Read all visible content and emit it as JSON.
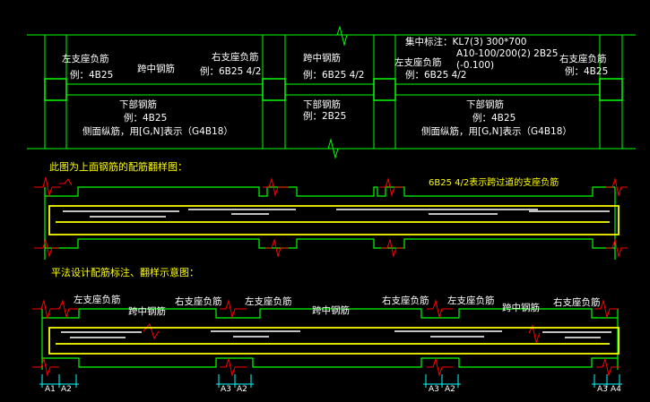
{
  "colors": {
    "background": "#000000",
    "structure": "#00ff00",
    "rebar": "#ffff00",
    "text": "#ffffff",
    "break_mark": "#ff0000",
    "dimension": "#00ffff"
  },
  "plan": {
    "left_span": {
      "left_support": "左支座负筋",
      "left_example": "例：4B25",
      "mid": "跨中钢筋",
      "right_support": "右支座负筋",
      "right_example": "例：6B25 4/2",
      "bottom": "下部钢筋",
      "bottom_example": "例：4B25",
      "side": "侧面纵筋，用[G,N]表示（G4B18）"
    },
    "middle_span": {
      "mid": "跨中钢筋",
      "mid_example": "例：6B25 4/2",
      "bottom": "下部钢筋",
      "bottom_example": "例：2B25"
    },
    "right_span": {
      "collect_title": "集中标注：KL7(3) 300*700",
      "stirrup": "A10-100/200(2) 2B25",
      "elevation": "(-0.100)",
      "left_support": "左支座负筋",
      "left_example": "例：6B25 4/2",
      "right_support": "右支座负筋",
      "right_example": "例：4B25",
      "bottom": "下部钢筋",
      "bottom_example": "例：4B25",
      "side": "侧面纵筋，用[G,N]表示（G4B18）"
    }
  },
  "section2": {
    "heading": "此图为上面钢筋的配筋翻样图：",
    "note": "6B25 4/2表示跨过道的支座负筋"
  },
  "section3": {
    "heading": "平法设计配筋标注、翻样示意图：",
    "labels": {
      "l1": "左支座负筋",
      "m1": "跨中钢筋",
      "r1": "右支座负筋",
      "l2": "左支座负筋",
      "m2": "跨中钢筋",
      "r2": "右支座负筋",
      "l3": "左支座负筋",
      "m3": "跨中钢筋",
      "r3": "右支座负筋"
    },
    "dims": {
      "a1": "A1",
      "a2_1": "A2",
      "a3_1": "A3",
      "a2_2": "A2",
      "a3_2": "A3",
      "a2_3": "A2",
      "a3_3": "A3",
      "a4": "A4"
    }
  }
}
